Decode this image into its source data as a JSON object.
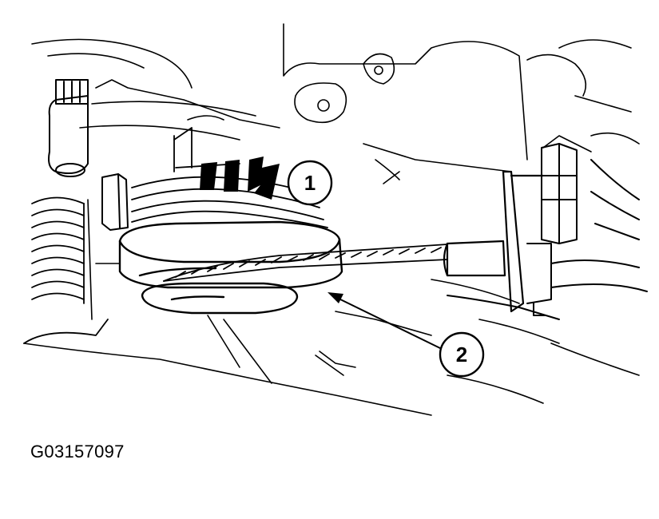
{
  "figure": {
    "id": "G03157097",
    "callouts": [
      {
        "number": "1"
      },
      {
        "number": "2"
      }
    ],
    "line_color": "#000000",
    "background": "#ffffff"
  }
}
